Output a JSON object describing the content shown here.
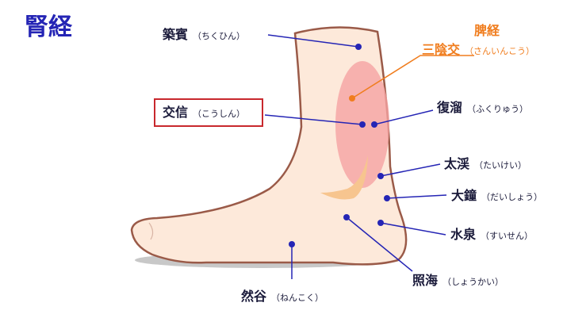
{
  "title": "腎経",
  "other_meridian": "脾経",
  "colors": {
    "title": "#2525b5",
    "kidney_points": "#2525b5",
    "spleen_points": "#f07d1e",
    "highlight_box": "#c8282d",
    "skin": "#fde9da",
    "outline": "#9a5a48"
  },
  "points": {
    "chikuhin": {
      "name": "築賓",
      "reading": "（ちくひん）"
    },
    "sanninkou": {
      "name": "三陰交",
      "reading": "（さんいんこう）"
    },
    "koushin": {
      "name": "交信",
      "reading": "（こうしん）"
    },
    "fukuryuu": {
      "name": "復溜",
      "reading": "（ふくりゅう）"
    },
    "taikei": {
      "name": "太渓",
      "reading": "（たいけい）"
    },
    "taishou": {
      "name": "大鐘",
      "reading": "（だいしょう）"
    },
    "suisen": {
      "name": "水泉",
      "reading": "（すいせん）"
    },
    "shoukai": {
      "name": "照海",
      "reading": "（しょうかい）"
    },
    "nenkoku": {
      "name": "然谷",
      "reading": "（ねんこく）"
    }
  }
}
